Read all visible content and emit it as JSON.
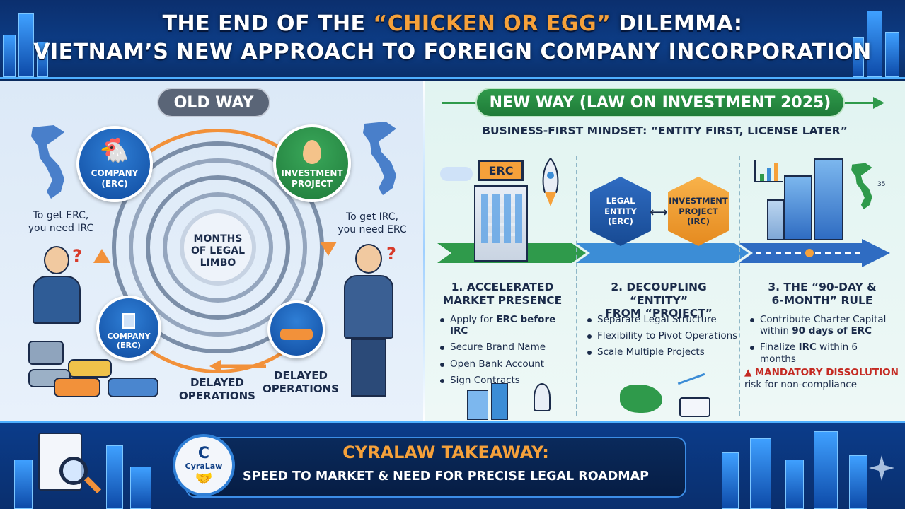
{
  "header": {
    "title_line1_pre": "THE END OF THE ",
    "title_line1_accent": "“CHICKEN OR EGG”",
    "title_line1_post": " DILEMMA:",
    "title_line2": "VIETNAM’S NEW APPROACH TO FOREIGN COMPANY INCORPORATION"
  },
  "old_way": {
    "pill": "OLD WAY",
    "badge_company_top": "COMPANY\n(ERC)",
    "badge_project": "INVESTMENT\nPROJECT",
    "badge_company_bottom": "COMPANY\n(ERC)",
    "note_left": "To get ERC,\nyou need IRC",
    "note_right": "To get IRC,\nyou need ERC",
    "maze_center": "MONTHS\nOF LEGAL\nLIMBO",
    "delayed_left": "DELAYED\nOPERATIONS",
    "delayed_right": "DELAYED\nOPERATIONS"
  },
  "new_way": {
    "pill": "NEW WAY (LAW ON INVESTMENT 2025)",
    "subtitle": "BUSINESS-FIRST MINDSET: “ENTITY FIRST, LICENSE LATER”",
    "erc_sign": "ERC",
    "hex_legal": "LEGAL\nENTITY\n(ERC)",
    "hex_investment": "INVESTMENT\nPROJECT\n(IRC)",
    "map_label": "35",
    "columns": [
      {
        "title": "1. ACCELERATED\nMARKET PRESENCE",
        "bullets": [
          {
            "pre": "Apply for ",
            "bold": "ERC before IRC",
            "post": ""
          },
          {
            "pre": "Secure Brand Name",
            "bold": "",
            "post": ""
          },
          {
            "pre": "Open Bank Account",
            "bold": "",
            "post": ""
          },
          {
            "pre": "Sign Contracts",
            "bold": "",
            "post": ""
          }
        ]
      },
      {
        "title": "2. DECOUPLING “ENTITY”\nFROM “PROJECT”",
        "bullets": [
          {
            "pre": "Separate Legal Structure",
            "bold": "",
            "post": ""
          },
          {
            "pre": "Flexibility to Pivot Operations",
            "bold": "",
            "post": ""
          },
          {
            "pre": "Scale Multiple Projects",
            "bold": "",
            "post": ""
          }
        ]
      },
      {
        "title": "3. THE “90-DAY &\n6-MONTH” RULE",
        "bullets": [
          {
            "pre": "Contribute Charter Capital\nwithin ",
            "bold": "90 days of ERC",
            "post": ""
          },
          {
            "pre": "Finalize ",
            "bold": "IRC",
            "post": " within 6\nmonths"
          }
        ],
        "warning_bold": "MANDATORY DISSOLUTION",
        "warning_rest": "risk for non-compliance"
      }
    ]
  },
  "footer": {
    "logo_text": "CyraLaw",
    "logo_letter": "C",
    "takeaway_title": "CYRALAW TAKEAWAY:",
    "takeaway_sub": "SPEED TO MARKET & NEED FOR PRECISE LEGAL ROADMAP"
  },
  "colors": {
    "navy": "#0b2f6e",
    "orange": "#f6a13a",
    "green": "#2f9a4b",
    "warning_red": "#c42a22"
  }
}
